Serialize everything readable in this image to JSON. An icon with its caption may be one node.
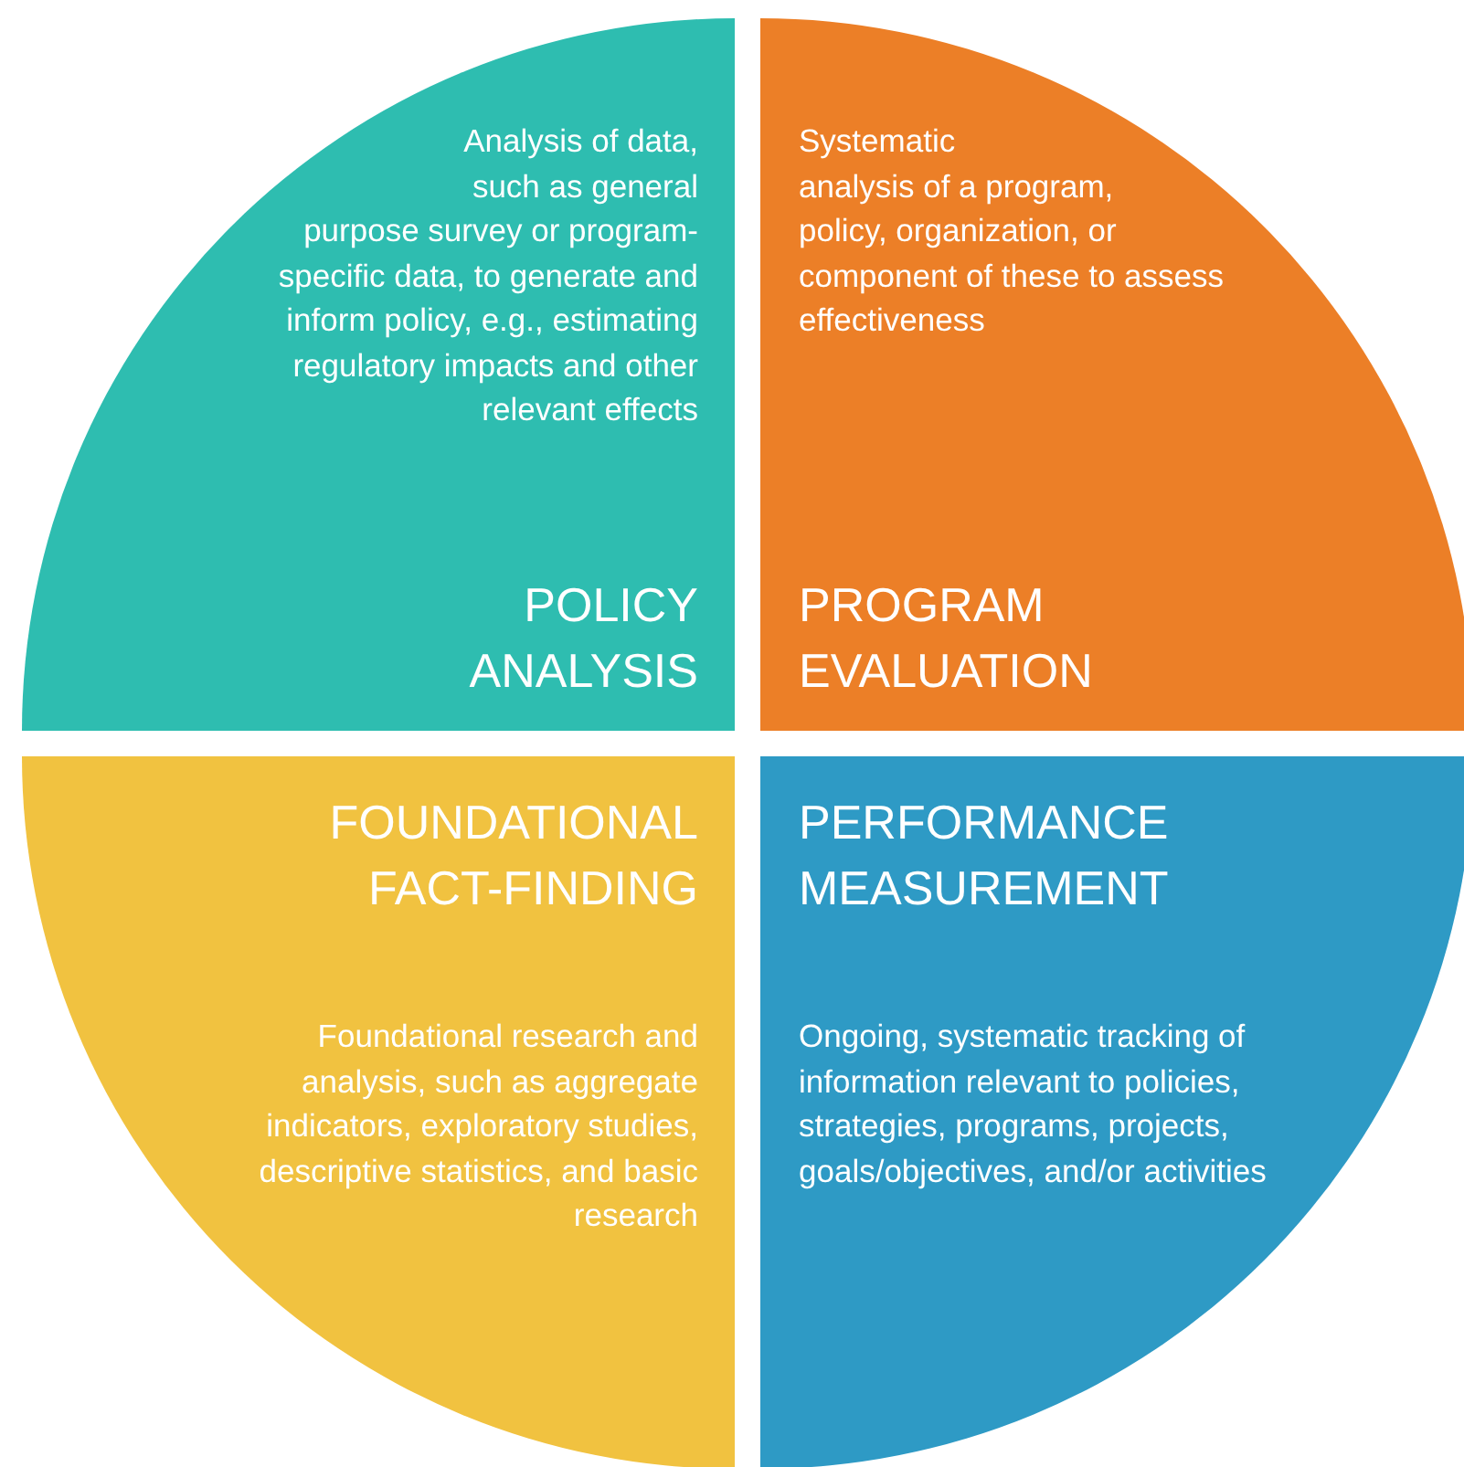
{
  "diagram": {
    "nodes": [
      {
        "text": [
          "Analysis of data, such as general purpose survey or program-specific data, to generate and inform policy, e.g., estimating regulatory impacts and other relevant effects",
          "POLICY ANALYSIS"
        ]
      },
      {
        "text": [
          "Systematic analysis of a program, policy, organization, or component of these to assess effectiveness",
          "PROGRAM EVALUATION"
        ]
      },
      {
        "text": [
          "FOUNDATIONAL FACT-FINDING",
          "Foundational research and analysis, such as aggregate indicators, exploratory studies, descriptive statistics, and basic research"
        ]
      },
      {
        "text": [
          "PERFORMANCE MEASUREMENT",
          "Ongoing, systematic tracking of information relevant to policies, strategies, programs, projects, goals/objectives, and/or activities"
        ]
      }
    ]
  }
}
